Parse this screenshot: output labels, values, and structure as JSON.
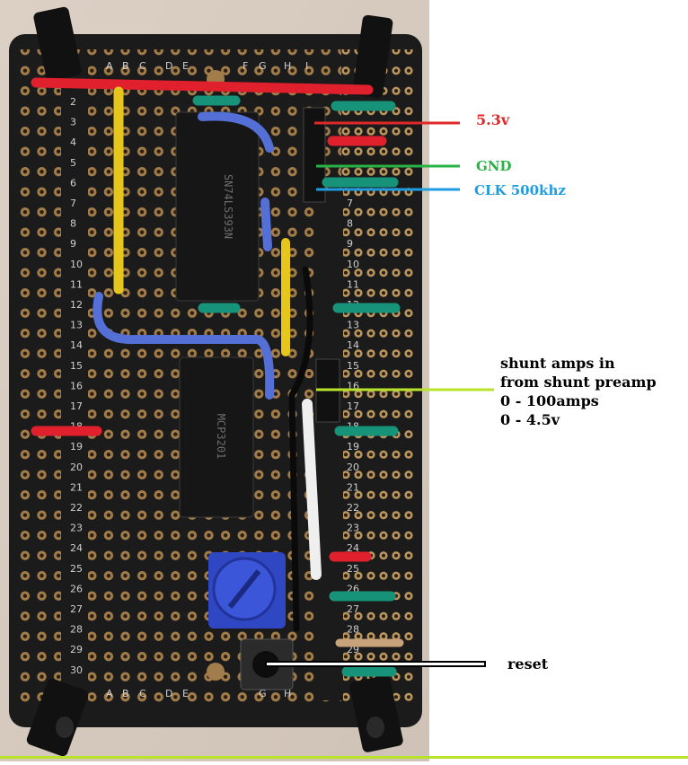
{
  "colors": {
    "background": "#ffffff",
    "wall": "#d8cdc2",
    "board": "#1b1b1b",
    "pad": "#a27d4c",
    "red_wire": "#e0202c",
    "green_wire": "#17937a",
    "blue_wire": "#5470d6",
    "yellow_wire": "#e6c51d",
    "pot_blue": "#2f47c2",
    "vcc": "#e02828",
    "gnd": "#27b444",
    "clk": "#1f9de0",
    "shunt_line": "#b9e22a",
    "reset_line": "#000000"
  },
  "board": {
    "column_letters_left": [
      "A",
      "B",
      "C",
      "D",
      "E"
    ],
    "column_letters_right": [
      "F",
      "G",
      "H",
      "I"
    ],
    "row_numbers": [
      "2",
      "3",
      "4",
      "5",
      "6",
      "7",
      "8",
      "9",
      "10",
      "11",
      "12",
      "13",
      "14",
      "15",
      "16",
      "17",
      "18",
      "19",
      "20",
      "21",
      "22",
      "23",
      "24",
      "25",
      "26",
      "27",
      "28",
      "29",
      "30"
    ],
    "ic_top_text": "SN74LS393N",
    "ic_bottom_text": "MCP3201"
  },
  "annotations": {
    "vcc": "5.3v",
    "gnd": "GND",
    "clk": "CLK 500khz",
    "shunt_lines": [
      "shunt amps in",
      "from shunt preamp",
      "0 - 100amps",
      "0 - 4.5v"
    ],
    "reset": "reset"
  }
}
